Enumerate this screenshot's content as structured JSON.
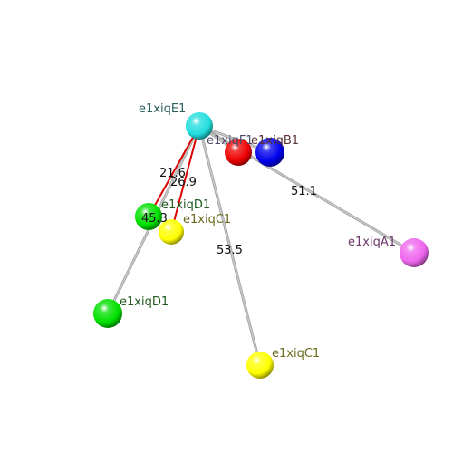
{
  "nodes": [
    {
      "id": "iqC1_far",
      "label": "e1xiqC1",
      "color": "#ffff00",
      "label_color": "#6b6b1f"
    },
    {
      "id": "iqD1_far",
      "label": "e1xiqD1",
      "color": "#00e000",
      "label_color": "#1f5a1f"
    },
    {
      "id": "iqA1",
      "label": "e1xiqA1",
      "color": "#ee66ee",
      "label_color": "#6b3a6b"
    },
    {
      "id": "iqC1_near",
      "label": "e1xiqC1",
      "color": "#ffff00",
      "label_color": "#6b6b1f"
    },
    {
      "id": "iqD1_near",
      "label": "e1xiqD1",
      "color": "#00e000",
      "label_color": "#1f5a1f"
    },
    {
      "id": "iqB1",
      "label": "e1xiqB1",
      "color": "#0000ee",
      "label_color": "#5a3030"
    },
    {
      "id": "iqF1",
      "label": "e1xiqF1",
      "color": "#ee0000",
      "label_color": "#4a4a6b"
    },
    {
      "id": "iqE1",
      "label": "e1xiqE1",
      "color": "#22dddd",
      "label_color": "#2a6060"
    }
  ],
  "edges": [
    {
      "from": "iqE1",
      "to": "iqD1_far",
      "color": "#c8c8c8"
    },
    {
      "from": "iqE1",
      "to": "iqC1_far",
      "color": "#c8c8c8"
    },
    {
      "from": "iqE1",
      "to": "iqA1",
      "color": "#c8c8c8"
    },
    {
      "from": "iqE1",
      "to": "iqB1",
      "color": "#c8c8c8"
    },
    {
      "from": "iqE1",
      "to": "iqF1",
      "color": "#c8c8c8"
    },
    {
      "from": "iqE1",
      "to": "iqD1_near",
      "color": "#dd0000"
    },
    {
      "from": "iqE1",
      "to": "iqC1_near",
      "color": "#dd0000"
    }
  ],
  "distances": [
    {
      "id": "d216",
      "value": "21.6"
    },
    {
      "id": "d269",
      "value": "26.9"
    },
    {
      "id": "d453",
      "value": "45.3"
    },
    {
      "id": "d535",
      "value": "53.5"
    },
    {
      "id": "d511",
      "value": "51.1"
    }
  ]
}
